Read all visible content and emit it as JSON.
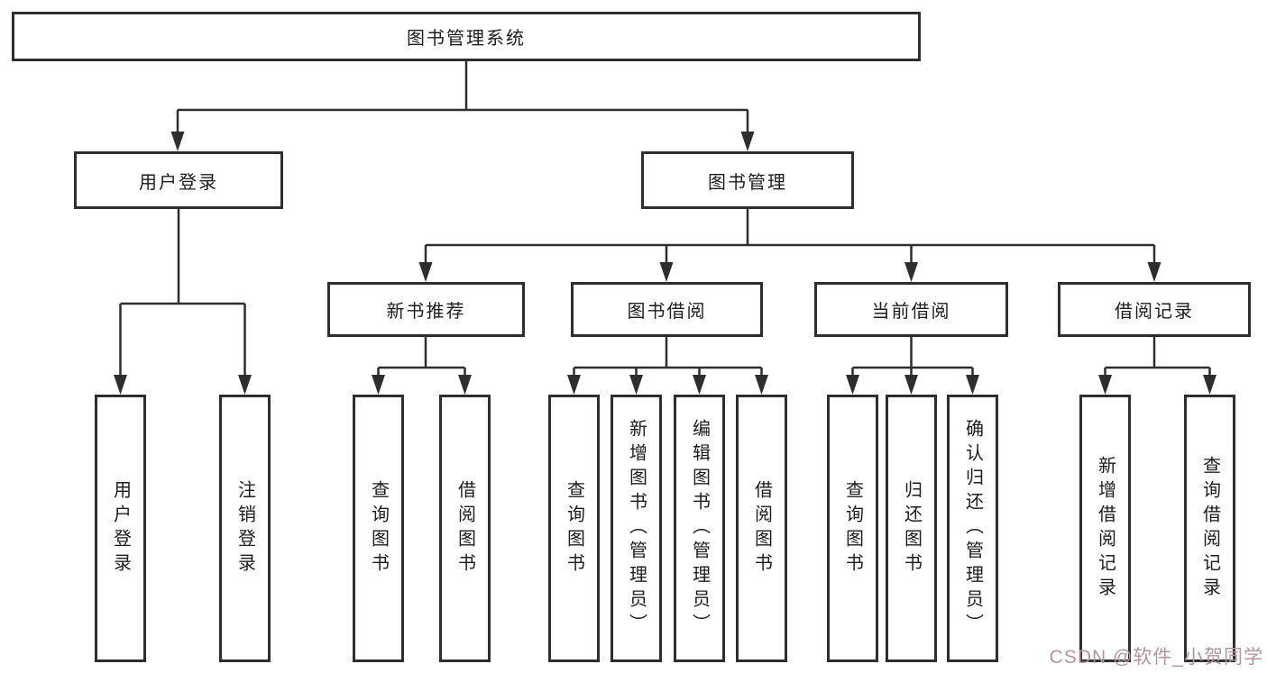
{
  "diagram": {
    "title_node": {
      "label": "图书管理系统"
    },
    "level2": [
      {
        "label": "用户登录",
        "parent": "图书管理系统"
      },
      {
        "label": "图书管理",
        "parent": "图书管理系统"
      }
    ],
    "level3": [
      {
        "label": "新书推荐",
        "parent": "图书管理"
      },
      {
        "label": "图书借阅",
        "parent": "图书管理"
      },
      {
        "label": "当前借阅",
        "parent": "图书管理"
      },
      {
        "label": "借阅记录",
        "parent": "图书管理"
      }
    ],
    "leaves": [
      {
        "label": "用户登录",
        "parent": "用户登录"
      },
      {
        "label": "注销登录",
        "parent": "用户登录"
      },
      {
        "label": "查询图书",
        "parent": "新书推荐"
      },
      {
        "label": "借阅图书",
        "parent": "新书推荐"
      },
      {
        "label": "查询图书",
        "parent": "图书借阅"
      },
      {
        "label": "新增图书（管理员）",
        "parent": "图书借阅"
      },
      {
        "label": "编辑图书（管理员）",
        "parent": "图书借阅"
      },
      {
        "label": "借阅图书",
        "parent": "图书借阅"
      },
      {
        "label": "查询图书",
        "parent": "当前借阅"
      },
      {
        "label": "归还图书",
        "parent": "当前借阅"
      },
      {
        "label": "确认归还（管理员）",
        "parent": "当前借阅"
      },
      {
        "label": "新增借阅记录",
        "parent": "借阅记录"
      },
      {
        "label": "查询借阅记录",
        "parent": "借阅记录"
      }
    ],
    "colors": {
      "line": "#2e2e2e",
      "box_border": "#2e2e2e",
      "text": "#1d1d1d",
      "background": "#ffffff",
      "watermark": "#b2969c"
    }
  },
  "watermark": {
    "text": "CSDN @软件_小贺同学"
  }
}
